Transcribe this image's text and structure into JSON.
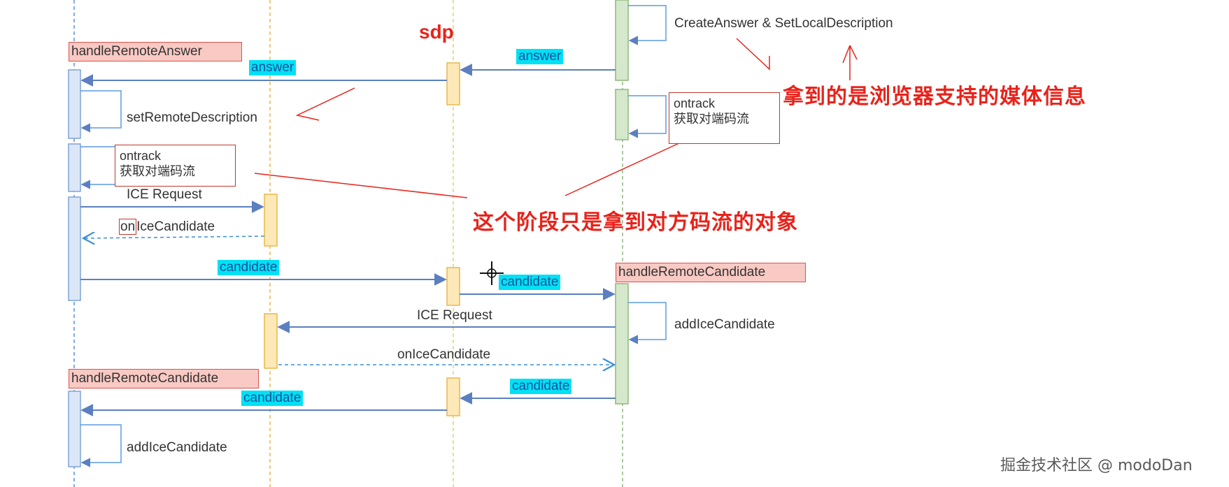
{
  "lifeline_title": "sdp",
  "messages": {
    "create_answer": "CreateAnswer &  SetLocalDescription",
    "answer_left": "answer",
    "answer_right": "answer",
    "set_remote_description": "setRemoteDescription",
    "ice_request_1": "ICE Request",
    "on_prefix": "on",
    "ice_candidate_suffix": "IceCandidate",
    "candidate_1": "candidate",
    "candidate_2": "candidate",
    "ice_request_2": "ICE Request",
    "add_ice_candidate_right": "addIceCandidate",
    "onicecandidate_2": "onIceCandidate",
    "candidate_3": "candidate",
    "candidate_4": "candidate",
    "add_ice_candidate_left": "addIceCandidate"
  },
  "handlers": {
    "handle_remote_answer": "handleRemoteAnswer",
    "handle_remote_candidate_right": "handleRemoteCandidate",
    "handle_remote_candidate_left": "handleRemoteCandidate"
  },
  "ontrack_boxes": {
    "left": {
      "line1": "ontrack",
      "line2": "获取对端码流"
    },
    "right": {
      "line1": "ontrack",
      "line2": "获取对端码流"
    }
  },
  "notes": {
    "browser_media": "拿到的是浏览器支持的媒体信息",
    "stage_object": "这个阶段只是拿到对方码流的对象"
  },
  "watermark": "掘金技术社区 @ modoDan",
  "colors": {
    "arrow": "#5b7fc0",
    "lifeline_blue": "#5b8ed6",
    "lifeline_orange": "#e8b84a",
    "activation_blue_fill": "#dbe7f7",
    "activation_blue_stroke": "#7fa3d6",
    "activation_orange_fill": "#fde9b8",
    "activation_orange_stroke": "#e8b84a",
    "activation_green_fill": "#d5e8cc",
    "activation_green_stroke": "#8db87c",
    "highlight_cyan": "#00e1f5",
    "handler_pink": "#f9c9c3",
    "annotation_red": "#e8231b"
  }
}
